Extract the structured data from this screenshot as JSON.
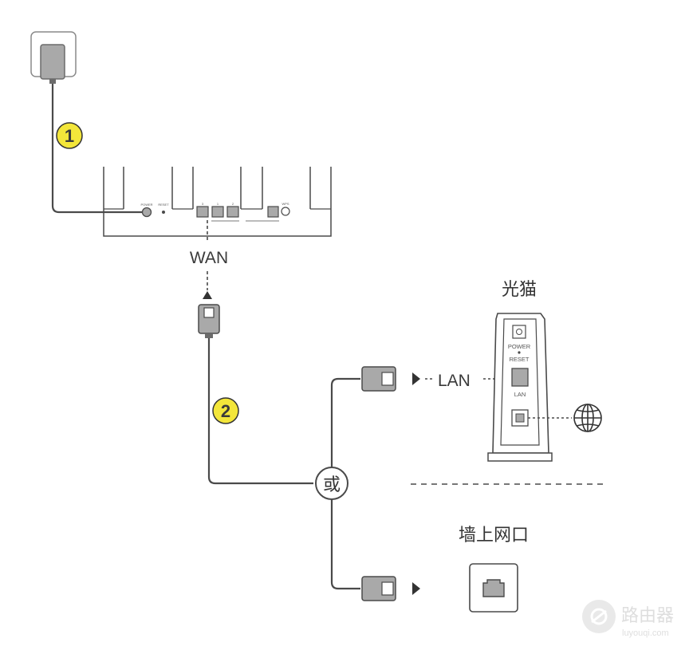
{
  "colors": {
    "step_badge": "#f3e63a",
    "line": "#4a4a4a",
    "device_fill": "#a9a9a9"
  },
  "steps": [
    {
      "number": "1"
    },
    {
      "number": "2"
    }
  ],
  "router": {
    "wan_label": "WAN",
    "power_label": "POWER",
    "reset_label": "RESET",
    "port_labels": [
      "1",
      "2",
      "3"
    ],
    "wps_label": "WPS"
  },
  "optical_modem": {
    "title": "光猫",
    "power_label": "POWER",
    "reset_label": "RESET",
    "lan_port_label": "LAN",
    "lan_link_label": "LAN"
  },
  "or_label": "或",
  "wall_jack": {
    "title": "墙上网口"
  },
  "icons": [
    "plug-icon",
    "globe-icon",
    "ethernet-plug-icon",
    "arrow-icon"
  ],
  "watermark": {
    "brand": "路由器",
    "site": "luyouqi.com"
  }
}
